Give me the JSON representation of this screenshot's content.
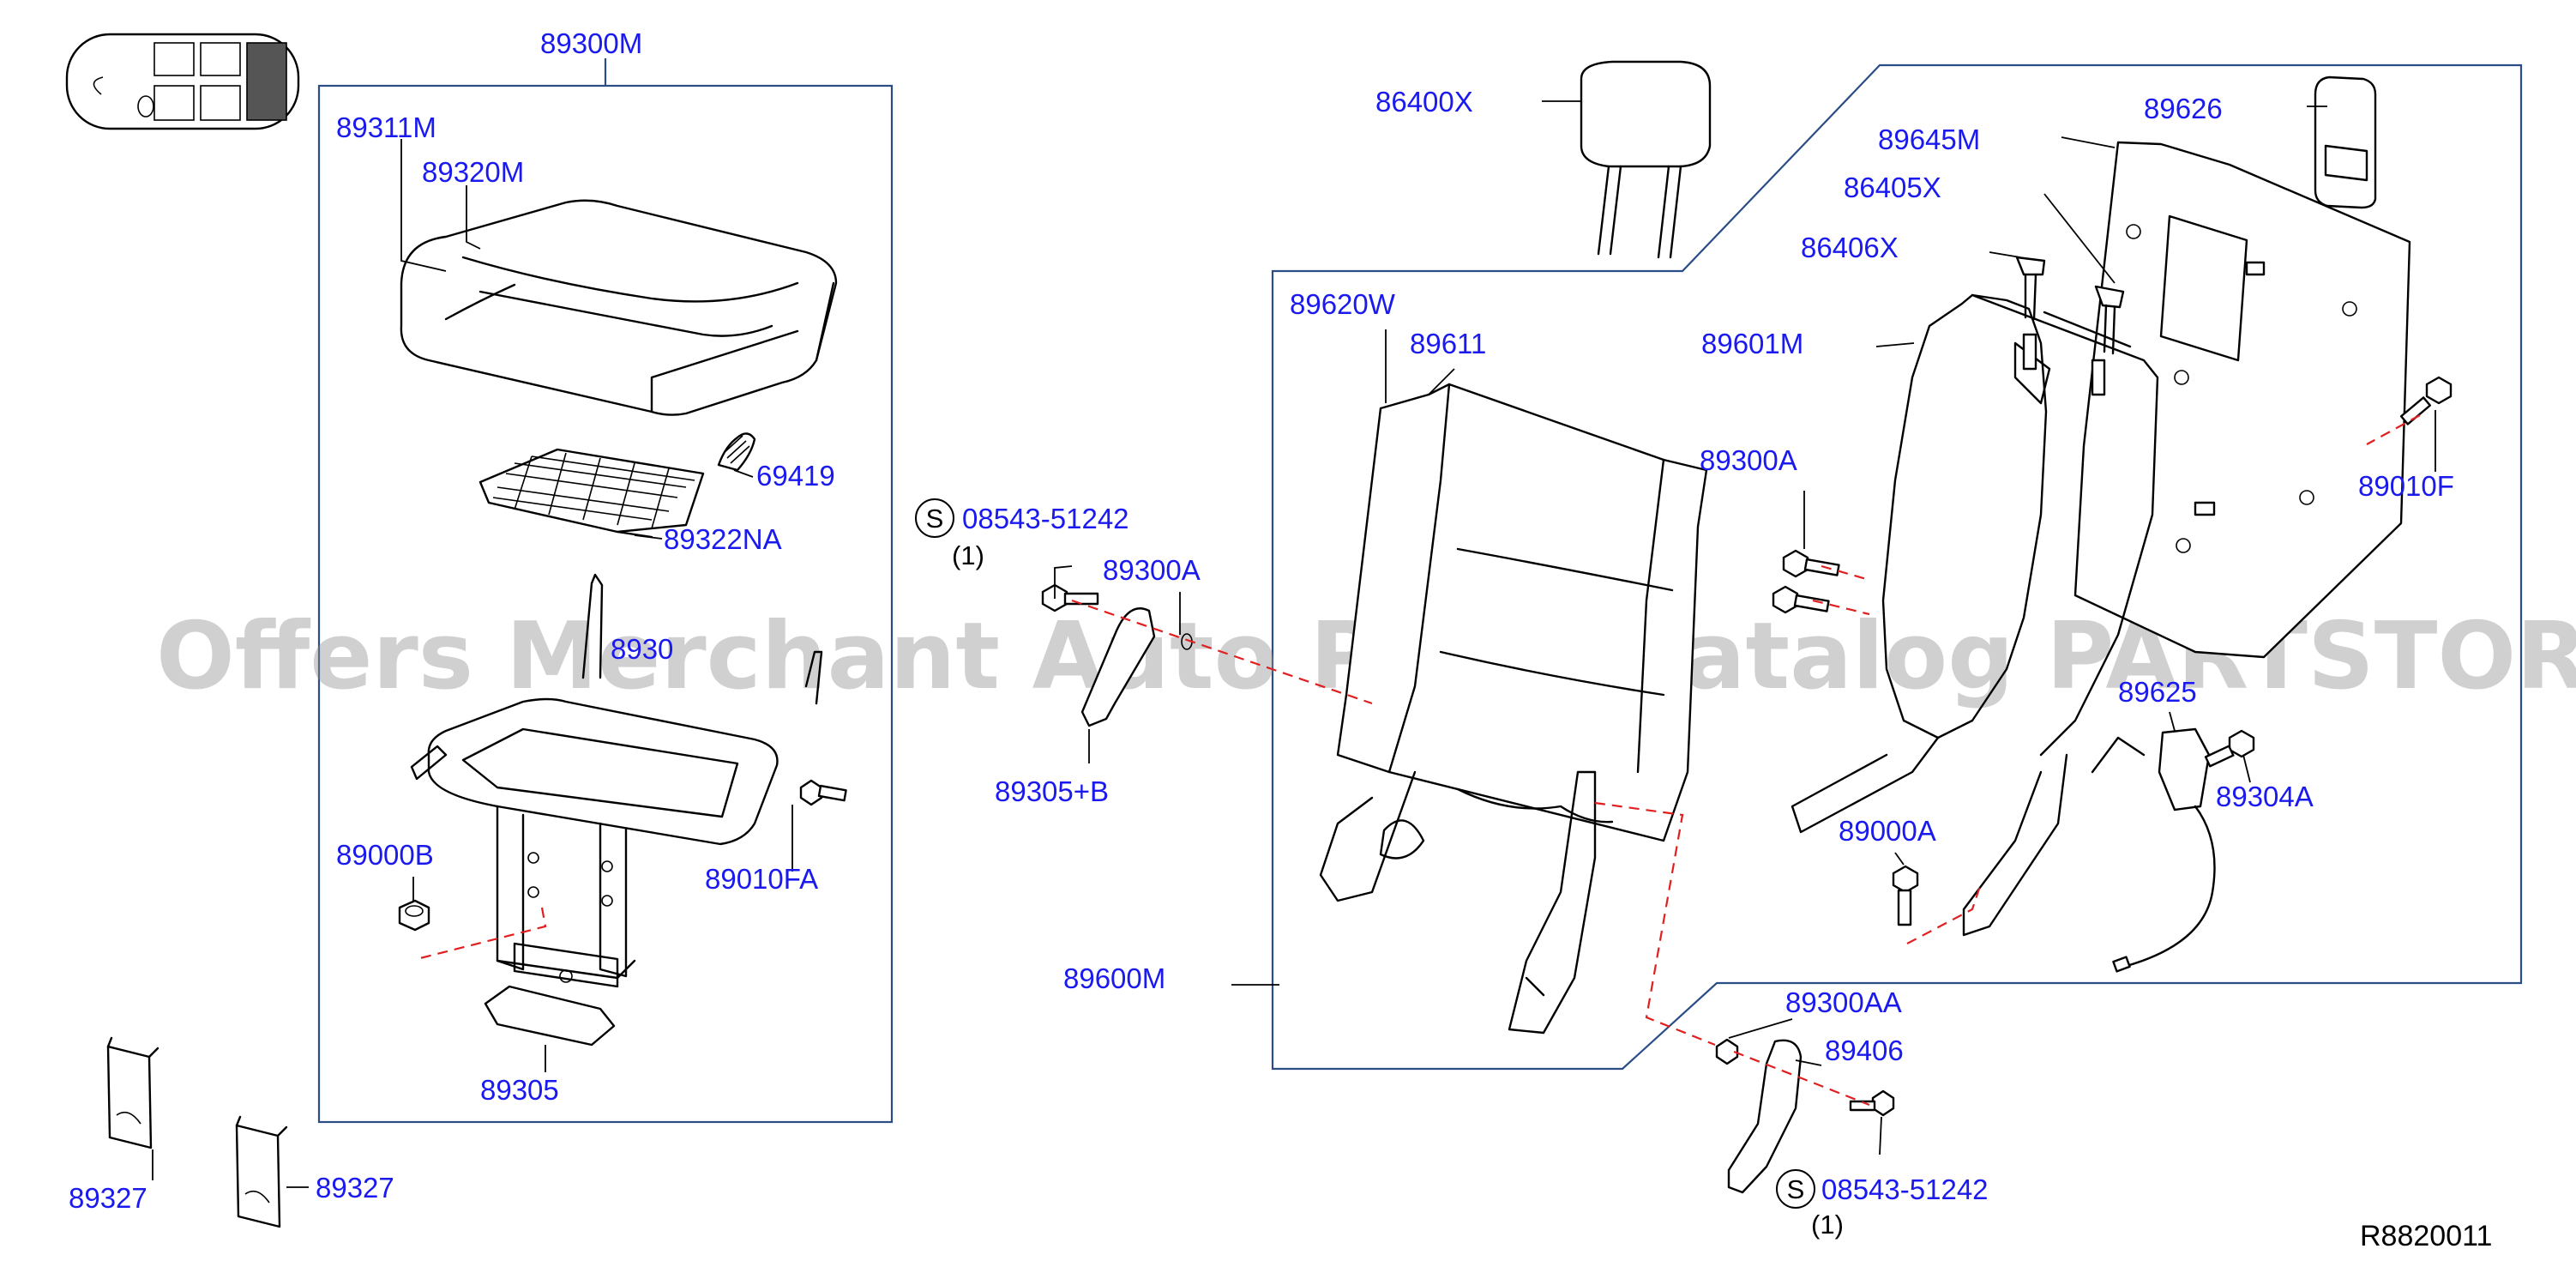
{
  "watermark": "Offers Merchant Auto Parts Catalog PARTSTORE.SA",
  "reference_code": "R8820011",
  "colors": {
    "label": "#1a1aee",
    "frame": "#2a4d86",
    "dash": "#e02020",
    "watermark": "#8e8e8e"
  },
  "labels": {
    "seat_cushion_assy": "89300M",
    "trim_clip": "89311M",
    "cushion_trim": "89320M",
    "spring_clip": "69419",
    "cushion_wire": "89322NA",
    "cushion_frame_hidden": "8930",
    "bolt_b": "89000B",
    "bolt_fa": "89010FA",
    "cushion_bottom": "89305",
    "bracket_left": "89327",
    "bracket_right": "89327",
    "screw_left": "08543-51242",
    "screw_left_qty": "(1)",
    "hinge_cover_bolt": "89300A",
    "hinge_cover": "89305+B",
    "headrest": "86400X",
    "back_pad_clip": "89620W",
    "back_trim": "89611",
    "seat_back_assy": "89600M",
    "back_board": "89645M",
    "back_board_cover": "89626",
    "headrest_holder_a": "86405X",
    "headrest_holder_b": "86406X",
    "back_frame": "89601M",
    "back_bolt": "89300A",
    "back_bolt_f": "89010F",
    "buckle": "89625",
    "buckle_bolt": "89304A",
    "frame_bolt": "89000A",
    "lower_bolt": "89300AA",
    "lower_cover": "89406",
    "screw_right": "08543-51242",
    "screw_right_qty": "(1)",
    "s_badge_left": "S",
    "s_badge_right": "S"
  }
}
